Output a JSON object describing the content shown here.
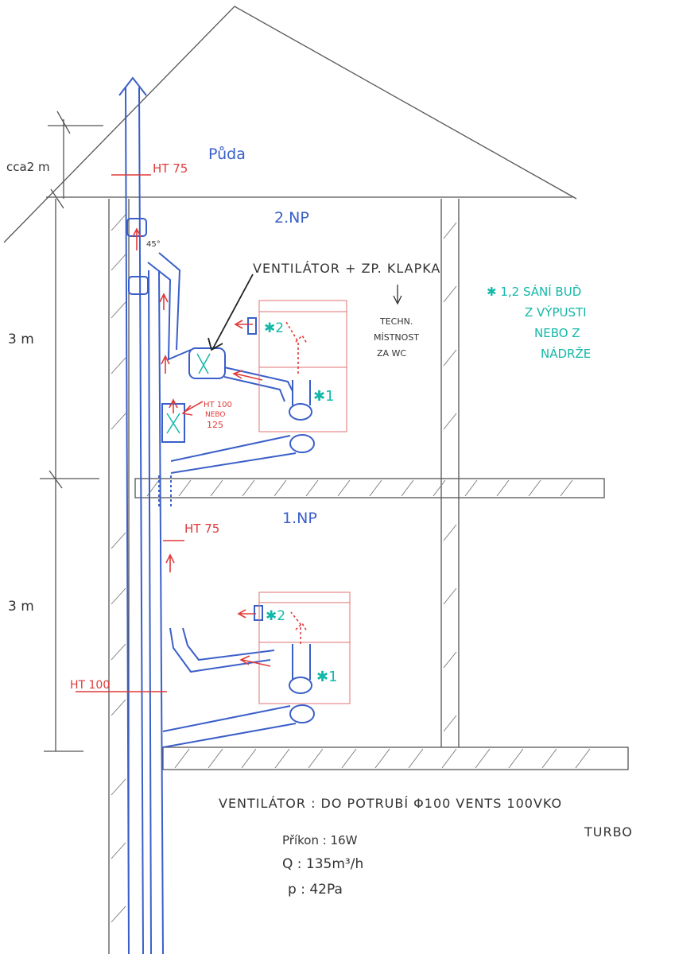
{
  "labels": {
    "attic": "Půda",
    "floor2": "2.NP",
    "floor1": "1.NP",
    "height_top": "cca2 m",
    "height_floor2": "3 m",
    "height_floor1": "3 m",
    "angle": "45°",
    "pipe_top": "HT 75",
    "pipe_mid": "HT 75",
    "pipe_bottom": "HT 100",
    "pipe_fan_line1": "HT 100",
    "pipe_fan_line2": "NEBO",
    "pipe_fan_line3": "125",
    "fan_label": "VENTILÁTOR + ZP. KLAPKA",
    "tech_room_line1": "TECHN.",
    "tech_room_line2": "MÍSTNOST",
    "tech_room_line3": "ZA WC",
    "note_line1": "✱ 1,2 SÁNÍ BUĎ",
    "note_line2": "Z VÝPUSTI",
    "note_line3": "NEBO Z",
    "note_line4": "NÁDRŽE",
    "mark1": "✱1",
    "mark2": "✱2",
    "mark1b": "✱1",
    "mark2b": "✱2"
  },
  "spec": {
    "line1": "VENTILÁTOR : DO POTRUBÍ Φ100 VENTS 100VKO",
    "line1b": "TURBO",
    "power": "Příkon : 16W",
    "flow": "Q : 135m³/h",
    "pressure": "p : 42Pa"
  },
  "colors": {
    "pencil": "#444444",
    "blue": "#3a5fc8",
    "red": "#e03a3a",
    "teal": "#13b8a8"
  }
}
